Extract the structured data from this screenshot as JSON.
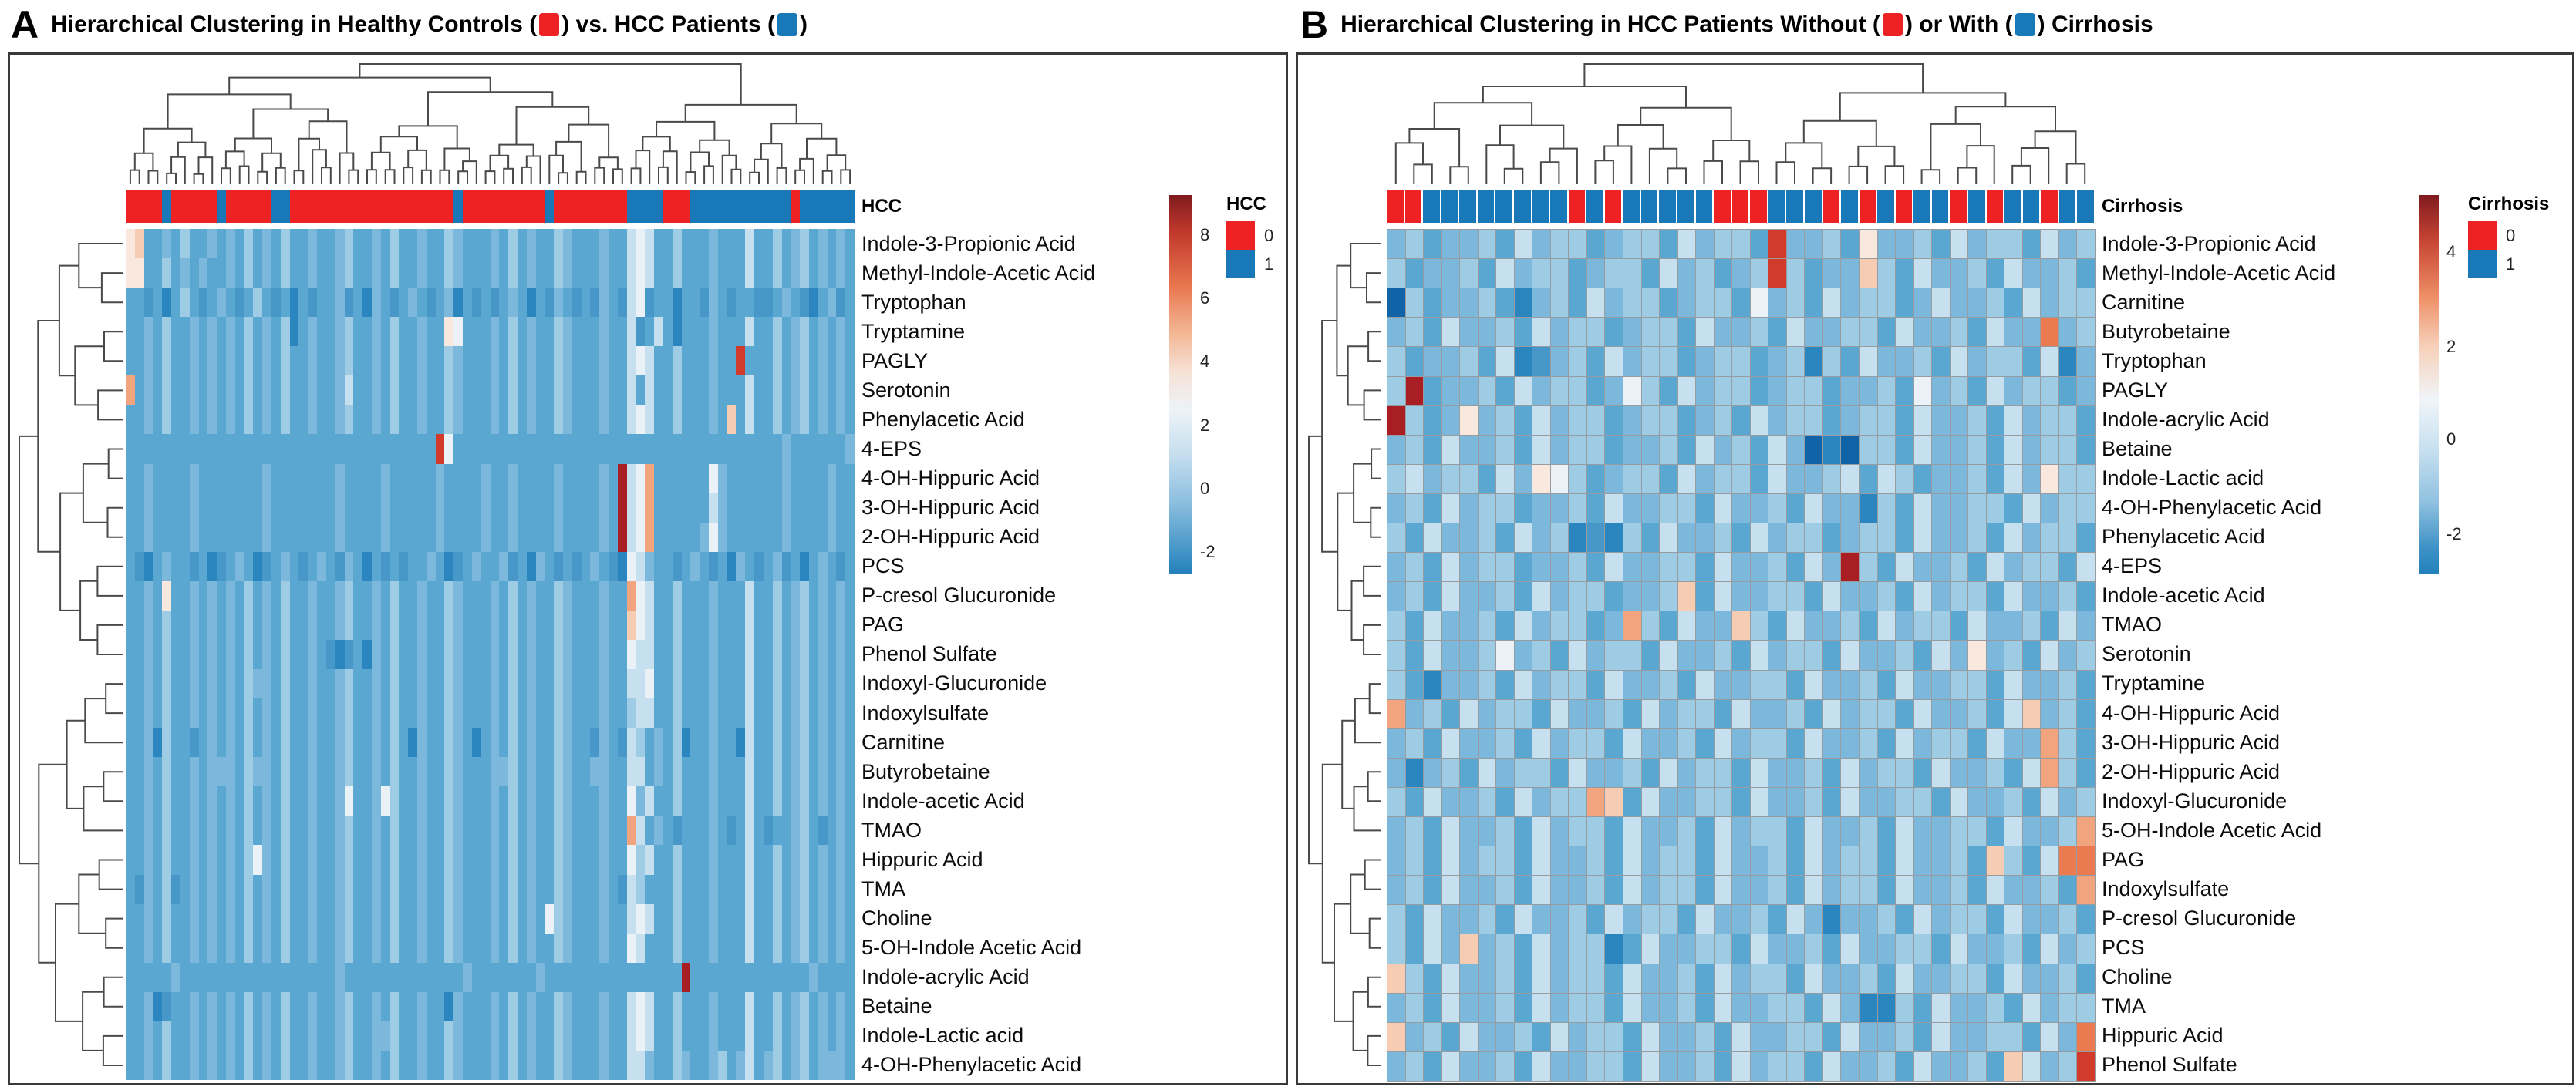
{
  "chart_data": {
    "type": "heatmap",
    "description": "Two-panel hierarchical clustering heatmaps of metabolites; columns are samples, rows are metabolites; cell strings encode z-score buckets via palette.",
    "palette": {
      "0": "#0F63A6",
      "1": "#2B86C0",
      "2": "#4897C9",
      "3": "#5AA7D2",
      "4": "#7CB8DC",
      "5": "#9ECCE5",
      "6": "#C6E0EF",
      "7": "#EAF2F8",
      "8": "#F8E8DE",
      "9": "#F6CDB2",
      "A": "#F2A47F",
      "B": "#EA7A4F",
      "C": "#D23B2B",
      "D": "#A81E23"
    },
    "annotation_colors": {
      "red": "#EE2222",
      "blue": "#1878B8"
    },
    "panels": [
      {
        "letter": "A",
        "title": {
          "part1": "Hierarchical Clustering in Healthy Controls (",
          "part2": ") vs. HCC Patients (",
          "part3": ")"
        },
        "annotation": {
          "label": "HCC",
          "pattern": "RRRRBRRRRRBRRRRRBBRRRRRRRRRRRRRRRRRRBRRRRRRRRRBRRRRRRRRBBBBRRRBBBBBBBBBBBRBBBBBB"
        },
        "dendro": {
          "top_split": 0.69
        },
        "colorbar": {
          "ticks": [
            {
              "label": "8",
              "pos": 0.105
            },
            {
              "label": "6",
              "pos": 0.272
            },
            {
              "label": "4",
              "pos": 0.44
            },
            {
              "label": "2",
              "pos": 0.607
            },
            {
              "label": "0",
              "pos": 0.775
            },
            {
              "label": "-2",
              "pos": 0.942
            }
          ],
          "stops": [
            [
              "#7F1A1E",
              0
            ],
            [
              "#C23A2C",
              10
            ],
            [
              "#E8764F",
              24
            ],
            [
              "#F3B593",
              36
            ],
            [
              "#F6E3D8",
              47
            ],
            [
              "#EDF3F7",
              57
            ],
            [
              "#C3DDEE",
              69
            ],
            [
              "#8CBFDF",
              81
            ],
            [
              "#4E9BCB",
              92
            ],
            [
              "#2280BC",
              100
            ]
          ]
        },
        "legend": {
          "title": "HCC",
          "items": [
            {
              "label": "0",
              "color": "#EE2222"
            },
            {
              "label": "1",
              "color": "#1878B8"
            }
          ]
        },
        "rows": [
          {
            "label": "Indole-3-Propionic Acid",
            "cells": "89334353343435343533433453343533433543334353433543334336763353334333633534534343"
          },
          {
            "label": "Methyl-Indole-Acetic Acid",
            "cells": "88335343433435343533433453343533433543334353433543334336763353334333633534534343"
          },
          {
            "label": "Tryptophan",
            "cells": "33231353234323532313233423143234323413232343132432324326723313324323322343213423"
          },
          {
            "label": "Tryptamine",
            "cells": "33435334343435343513433453343533433873334353433543334336236313334333633534534343"
          },
          {
            "label": "PAGLY",
            "cells": "334353343434353435334334533435334335433343534335433343367633533343 3C333534534343"
          },
          {
            "label": "Serotonin",
            "cells": "A3435334343435343533433463343533433543334353433543334336363353334333633534534343"
          },
          {
            "label": "Phenylacetic Acid",
            "cells": "33435334343435343533433453343533433543334353433543334336763353334393633534534343"
          },
          {
            "label": "4-EPS",
            "cells": "333333333333333333333333333333333 3C7333333333333333333333333333333333333433333343"
          },
          {
            "label": "4-OH-Hippuric Acid",
            "cells": "3343333433333334333333343333433333433334334333343 33343D67A3333337433333343333433"
          },
          {
            "label": "3-OH-Hippuric Acid",
            "cells": "3343333433333334333333343333433333433334334333343 33343D67A3333336433333343333433"
          },
          {
            "label": "2-OH-Hippuric Acid",
            "cells": "3343333433333334333333343333433333433334334333343 33343D67A3333347433333343333433"
          },
          {
            "label": "PCS",
            "cells": "32134332312343123432343243132323343123433423143232343217643323432314323423134323"
          },
          {
            "label": "P-cresol Glucuronide",
            "cells": "334383343434353435334334533435334335433343534335433343 3A76335333433363 3534534343"
          },
          {
            "label": "PAG",
            "cells": "33435334343435343533433453343533433543334353433543334339763353334333633534534343"
          },
          {
            "label": "Phenol Sulfate",
            "cells": "33435334343435343533432123143533433543334353433543334337663353334333633534534343"
          },
          {
            "label": "Indoxyl-Glucuronide",
            "cells": "33435334343435443533433453343533433543334353433543334336673353334333633534534343"
          },
          {
            "label": "Indoxylsulfate",
            "cells": "33435334343435343533433453343533433543334353433543334335663353334333633534534343"
          },
          {
            "label": "Carnitine",
            "cells": "33415332343435343533433453343531433543134353433543324326534351334331633534534343"
          },
          {
            "label": "Butyrobetaine",
            "cells": "33435334344435443533433453343533433543334453433543344336634353334333633534534343"
          },
          {
            "label": "Indole-acetic Acid",
            "cells": "33435334343435343533433473347533433543334353433543334337463353334333633534534343"
          },
          {
            "label": "TMAO",
            "cells": "334353343434353435334334533435334335433343534335433343 3A63432333432363 2334532343"
          },
          {
            "label": "Hippuric Acid",
            "cells": "33435334343435743533433453343533433543334353433543334337563353334333633534534343"
          },
          {
            "label": "TMA",
            "cells": "32435234343435343533433453343533433543334353433543334326533353334333633534534343"
          },
          {
            "label": "Choline",
            "cells": "33435334343435343533433453343533433543334353437543334336763353334333633534534343"
          },
          {
            "label": "5-OH-Indole Acetic Acid",
            "cells": "33435334343435343533433453343533433543334353433543334337633353334333633534534343"
          },
          {
            "label": "Indole-acrylic Acid",
            "cells": "333334333333333333333334333333333333343333333433333333333333 3D333333333333343333"
          },
          {
            "label": "Betaine",
            "cells": "33412334343435343533433453343533433143334353433543334336763353334333633534534343"
          },
          {
            "label": "Indole-Lactic acid",
            "cells": "33435334343435343533433453344533433543334353433543334336763353334333633534534343"
          },
          {
            "label": "4-OH-Phenylacetic Acid",
            "cells": "33435334343435343533433453343533433543334353433543334336643354334534634534534443"
          }
        ]
      },
      {
        "letter": "B",
        "title": {
          "part1": "Hierarchical Clustering in HCC Patients Without (",
          "part2": ") or With (",
          "part3": ") Cirrhosis"
        },
        "annotation": {
          "label": "Cirrhosis",
          "pattern": "RRBBBBBBBBRBRBBBBBRRRBBBRBRBRBBRBRBBRBB"
        },
        "dendro": {
          "top_split": 0.55
        },
        "colorbar": {
          "ticks": [
            {
              "label": "4",
              "pos": 0.15
            },
            {
              "label": "2",
              "pos": 0.4
            },
            {
              "label": "0",
              "pos": 0.645
            },
            {
              "label": "-2",
              "pos": 0.895
            }
          ],
          "stops": [
            [
              "#7F1A1E",
              0
            ],
            [
              "#C74433",
              12
            ],
            [
              "#EE9067",
              27
            ],
            [
              "#F7D0BA",
              40
            ],
            [
              "#F0F5F9",
              54
            ],
            [
              "#C8E0EF",
              67
            ],
            [
              "#8FC1E0",
              81
            ],
            [
              "#3E92C6",
              93
            ],
            [
              "#2280BC",
              100
            ]
          ]
        },
        "legend": {
          "title": "Cirrhosis",
          "items": [
            {
              "label": "0",
              "color": "#EE2222"
            },
            {
              "label": "1",
              "color": "#1878B8"
            }
          ]
        },
        "rows": [
          {
            "label": "Indole-3-Propionic Acid",
            "cells": "453445364553455364553C44538445364553645"
          },
          {
            "label": "Methyl-Indole-Acetic Acid",
            "cells": "534453645534553645345C53449536445364453"
          },
          {
            "label": "Carnitine",
            "cells": "053445314536455345537453645534644536455"
          },
          {
            "label": "Butyrobetaine",
            "cells": "453644536455345536445364455364453644B45"
          },
          {
            "label": "Tryptophan",
            "cells": "534453612453645534553451536445364553614"
          },
          {
            "label": "PAGLY",
            "cells": "5D3445364553475364553455344537453645534"
          },
          {
            "label": "Indole-acrylic Acid",
            "cells": "D53484536455345534536455345536445364553"
          },
          {
            "label": "Betaine",
            "cells": "453644536455344536453640105536445364553"
          },
          {
            "label": "Indole-Lactic acid",
            "cells": "564553648753455364553644563653445364855"
          },
          {
            "label": "4-OH-Phenylacetic Acid",
            "cells": "453645534453644553644536441536445536455"
          },
          {
            "label": "Phenylacetic Acid",
            "cells": "536445364512153644536455345536445364553"
          },
          {
            "label": "4-EPS",
            "cells": "4536455344536445536445364D5364453645536"
          },
          {
            "label": "Indole-acetic Acid",
            "cells": "453644536455344593644553644536455364453"
          },
          {
            "label": "TMAO",
            "cells": "5364453645534A5364495364453645536445364"
          },
          {
            "label": "Serotonin",
            "cells": "536445745364553644536455364453648453645"
          },
          {
            "label": "Tryptamine",
            "cells": "531445364553644536445536445364455364453"
          },
          {
            "label": "4-OH-Hippuric Acid",
            "cells": "A45364553644536455364453645536445369453"
          },
          {
            "label": "3-OH-Hippuric Acid",
            "cells": "453644536455364453645536445364553644A53"
          },
          {
            "label": "2-OH-Hippuric Acid",
            "cells": "414536455364453645536445364553644536A53"
          },
          {
            "label": "Indoxyl-Glucuronide",
            "cells": "53644536455A936445536445364455364453645"
          },
          {
            "label": "5-OH-Indole Acetic Acid",
            "cells": "45364453645536445364553644536445536445A"
          },
          {
            "label": "PAG",
            "cells": "4536455364453645536445364553644539536BB"
          },
          {
            "label": "Indoxylsulfate",
            "cells": "45364453644536455364453645536445364453A"
          },
          {
            "label": "P-cresol Glucuronide",
            "cells": "536445364453645536445364144536455364453"
          },
          {
            "label": "PCS",
            "cells": "536494536455136445536445364455364453645"
          },
          {
            "label": "Choline",
            "cells": "953644536455364453645536445364455364453"
          },
          {
            "label": "TMA",
            "cells": "453644536455364453644553641153644536455"
          },
          {
            "label": "Hippuric Acid",
            "cells": "94536445364553644536445536445364455364B"
          },
          {
            "label": "Phenol Sulfate",
            "cells": "45364453644553644536455364453644539645C"
          }
        ]
      }
    ]
  }
}
